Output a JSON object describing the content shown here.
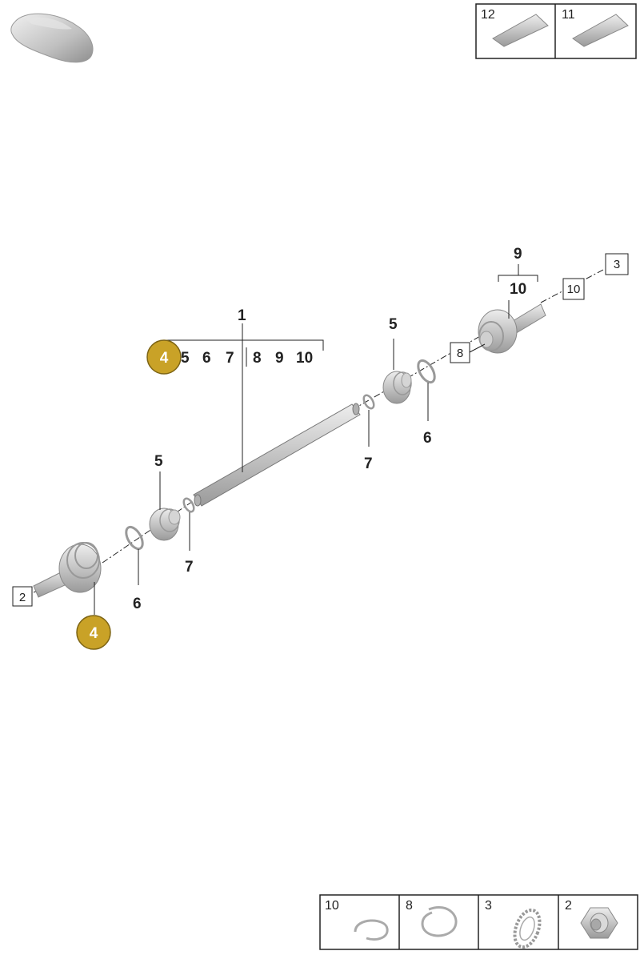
{
  "top_panel": {
    "cells": [
      {
        "num": "12",
        "icon": "grease-tube-icon"
      },
      {
        "num": "11",
        "icon": "grease-tube-icon"
      }
    ]
  },
  "badges": {
    "top": "4",
    "bottom": "4"
  },
  "callouts": {
    "assembly": "1",
    "assembly_group": [
      "5",
      "6",
      "7",
      "8",
      "9",
      "10"
    ],
    "boot_left": "5",
    "circlip_left": "6",
    "ring_left": "7",
    "ring_right": "7",
    "boot_right": "5",
    "circlip_right": "6",
    "joint_right_top": "9",
    "joint_right_bottom": "10"
  },
  "boxed_refs": {
    "nut_left": "2",
    "nut_right": "3",
    "ring_right": "10",
    "circlip_joint": "8"
  },
  "bottom_panel": {
    "cells": [
      {
        "num": "10",
        "icon": "retaining-ring-icon"
      },
      {
        "num": "8",
        "icon": "snap-ring-icon"
      },
      {
        "num": "3",
        "icon": "lock-washer-icon"
      },
      {
        "num": "2",
        "icon": "collar-nut-icon"
      }
    ]
  },
  "colors": {
    "badge": "#c9a227",
    "badge_border": "#7d6414",
    "part_grey": "#c8c8c8",
    "line": "#222222"
  }
}
